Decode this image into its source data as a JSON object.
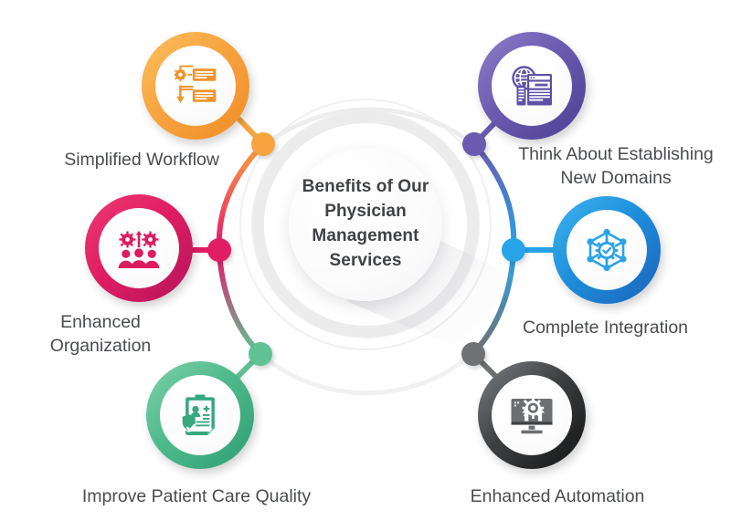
{
  "center": {
    "title": "Benefits of\nOur Physician\nManagement\nServices",
    "title_lines": [
      "Benefits of",
      "Our Physician",
      "Management",
      "Services"
    ]
  },
  "colors": {
    "orange": "#F7A440",
    "orange_dark": "#F08C26",
    "pink": "#E01E63",
    "pink_dark": "#C2185B",
    "green": "#5FC295",
    "green_dark": "#3FAE84",
    "purple": "#6A5BAF",
    "purple_dark": "#55479B",
    "blue": "#27A3E8",
    "blue_dark": "#1A6FC4",
    "gray": "#6F7173",
    "gray_dark": "#1C1C1C",
    "text": "#4a4c4f",
    "center_text": "#404245",
    "ring": "#ececed"
  },
  "nodes": [
    {
      "id": "simplified-workflow",
      "label": "Simplified Workflow",
      "label_lines": [
        "Simplified Workflow"
      ],
      "icon": "workflow-gear-icon",
      "color": "#F7A440",
      "side": "left"
    },
    {
      "id": "enhanced-organization",
      "label": "Enhanced\nOrganization",
      "label_lines": [
        "Enhanced",
        "Organization"
      ],
      "icon": "team-gears-icon",
      "color": "#E01E63",
      "side": "left"
    },
    {
      "id": "improve-patient-care-quality",
      "label": "Improve Patient Care Quality",
      "label_lines": [
        "Improve Patient Care Quality"
      ],
      "icon": "medical-clipboard-shield-icon",
      "color": "#5FC295",
      "side": "left"
    },
    {
      "id": "think-about-establishing-new-domains",
      "label": "Think About Establishing\nNew Domains",
      "label_lines": [
        "Think About Establishing",
        "New Domains"
      ],
      "icon": "globe-browser-icon",
      "color": "#6A5BAF",
      "side": "right"
    },
    {
      "id": "complete-integration",
      "label": "Complete Integration",
      "label_lines": [
        "Complete Integration"
      ],
      "icon": "network-nodes-check-icon",
      "color": "#27A3E8",
      "side": "right"
    },
    {
      "id": "enhanced-automation",
      "label": "Enhanced Automation",
      "label_lines": [
        "Enhanced Automation"
      ],
      "icon": "monitor-gear-arrows-icon",
      "color": "#6F7173",
      "side": "right"
    }
  ]
}
